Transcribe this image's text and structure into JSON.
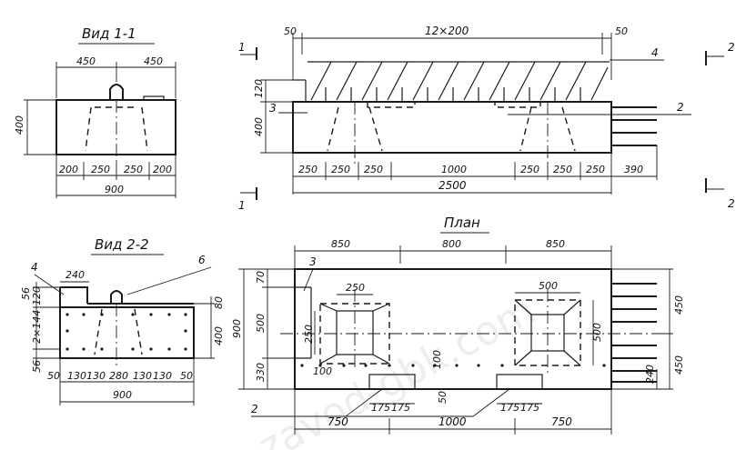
{
  "titles": {
    "view1": "Вид 1-1",
    "view2": "Вид 2-2",
    "plan": "План"
  },
  "watermark": "zavod-gbk.com",
  "marks": {
    "sec1": "1",
    "sec2": "2",
    "p2": "2",
    "p3": "3",
    "p4": "4",
    "p6": "6"
  },
  "view1": {
    "top_left": "450",
    "top_right": "450",
    "height": "400",
    "b1": "200",
    "b2": "250",
    "b3": "250",
    "b4": "200",
    "total": "900"
  },
  "elevation": {
    "left_edge": "50",
    "spacing": "12×200",
    "right_edge": "50",
    "h_top": "120",
    "h_main": "400",
    "s1": "250",
    "s2": "250",
    "s3": "250",
    "s4": "1000",
    "s5": "250",
    "s6": "250",
    "s7": "250",
    "s8": "390",
    "total": "2500"
  },
  "view2": {
    "top": "240",
    "h56a": "56",
    "h120": "120",
    "h2x144": "2×144",
    "h56b": "56",
    "h80": "80",
    "h400": "400",
    "b1": "50",
    "b2": "130",
    "b3": "130",
    "b4": "280",
    "b5": "130",
    "b6": "130",
    "b7": "50",
    "total": "900"
  },
  "plan": {
    "t1": "850",
    "t2": "800",
    "t3": "850",
    "l70": "70",
    "l500": "500",
    "l330": "330",
    "l900": "900",
    "r450a": "450",
    "r450b": "450",
    "r240": "240",
    "sq250": "250",
    "sq500": "500",
    "side250": "250",
    "side500": "500",
    "d100a": "100",
    "d100b": "100",
    "d50": "50",
    "a175": "175",
    "b175": "175",
    "c175": "175",
    "e175": "175",
    "bot1": "750",
    "bot2": "1000",
    "bot3": "750"
  }
}
